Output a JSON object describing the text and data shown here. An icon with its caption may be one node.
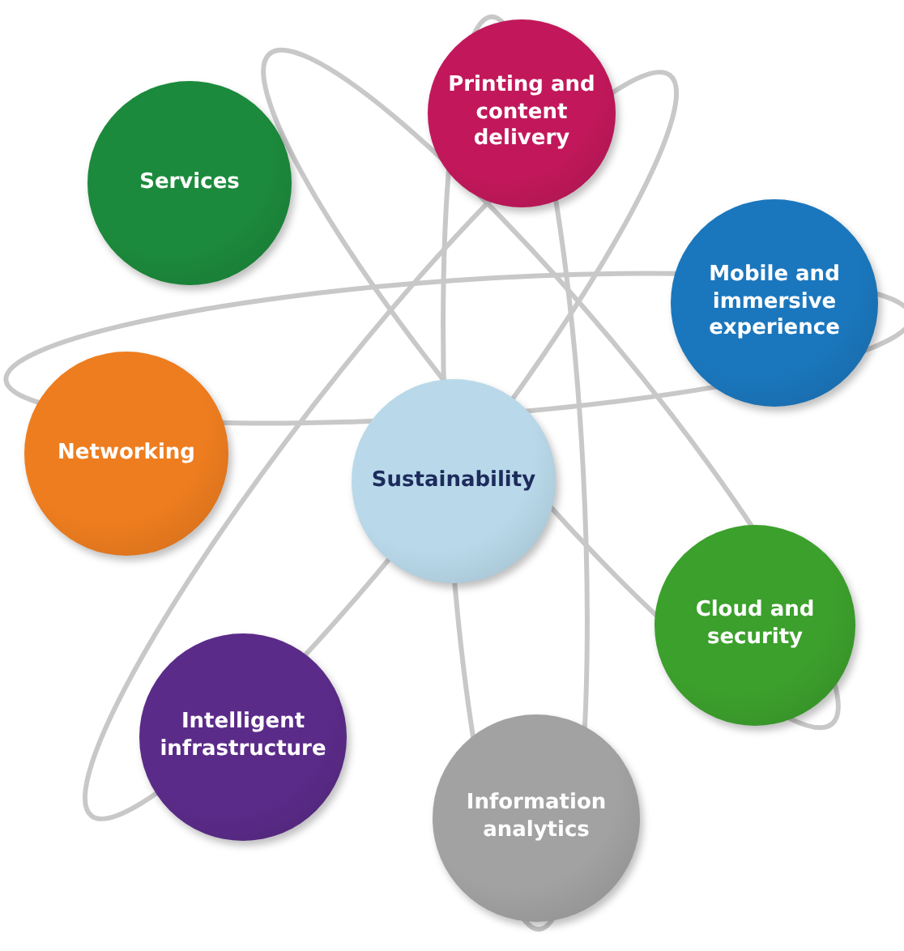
{
  "diagram": {
    "nodes": [
      {
        "text": [
          "Services"
        ]
      },
      {
        "text": [
          "Printing and content delivery"
        ]
      },
      {
        "text": [
          "Mobile and immersive experience"
        ]
      },
      {
        "text": [
          "Networking"
        ]
      },
      {
        "text": [
          "Sustainability"
        ]
      },
      {
        "text": [
          "Cloud and security"
        ]
      },
      {
        "text": [
          "Intelligent infrastructure"
        ]
      },
      {
        "text": [
          "Information analytics"
        ]
      }
    ],
    "edges": []
  }
}
